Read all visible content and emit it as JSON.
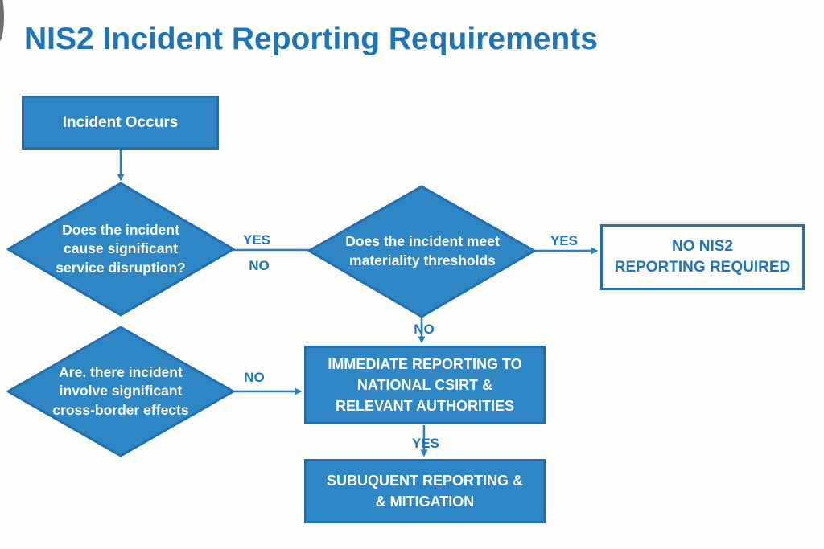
{
  "title": "NIS2 Incident Reporting Requirements",
  "colors": {
    "node_fill": "#2E86C5",
    "node_border": "#1F6FB2",
    "text_blue": "#1C74BB",
    "node_text": "#FFFFFF",
    "background": "#FDFDFC"
  },
  "nodes": {
    "incident": {
      "text": "Incident Occurs"
    },
    "disruption": {
      "text": "Does the incident\ncause significant\nservice disruption?"
    },
    "materiality": {
      "text": "Does the incident meet\nmateriality thresholds"
    },
    "no_reporting": {
      "text": "NO NIS2\nREPORTING REQUIRED"
    },
    "cross_border": {
      "text": "Are. there incident\ninvolve significant\ncross-border effects"
    },
    "immediate_reporting": {
      "text": "IMMEDIATE REPORTING TO\nNATIONAL CSIRT &\nRELEVANT AUTHORITIES"
    },
    "subsequent_reporting": {
      "text": "SUBUQUENT REPORTING &\n& MITIGATION"
    }
  },
  "edges": {
    "disruption_yes": "YES",
    "disruption_no": "NO",
    "materiality_yes": "YES",
    "materiality_no": "NO",
    "cross_border_no": "NO",
    "immediate_yes": "YES"
  }
}
